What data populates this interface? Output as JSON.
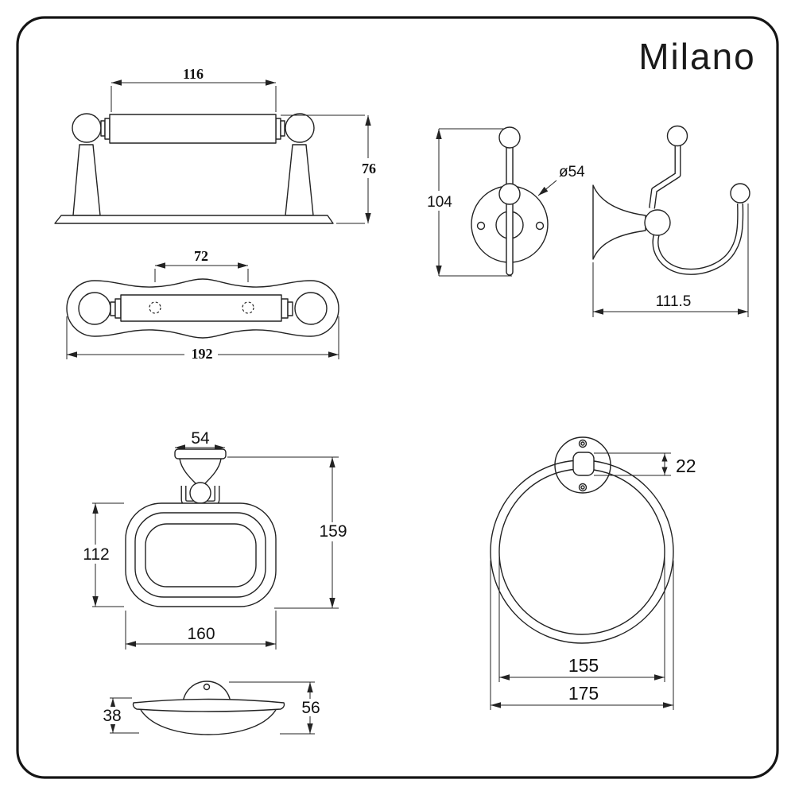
{
  "brand": "Milano",
  "figures": {
    "roll_front": {
      "dims": {
        "roller_width": "116",
        "height": "76"
      }
    },
    "roll_top": {
      "dims": {
        "hole_spacing": "72",
        "overall_width": "192"
      }
    },
    "hook_front": {
      "dims": {
        "height": "104",
        "plate_diameter": "ø54"
      }
    },
    "hook_side": {
      "dims": {
        "depth": "111.5"
      }
    },
    "soap_front": {
      "dims": {
        "bracket_width": "54",
        "dish_height": "112",
        "overall_height": "159",
        "dish_width": "160"
      }
    },
    "soap_side": {
      "dims": {
        "dish_depth": "38",
        "overall_depth": "56"
      }
    },
    "ring": {
      "dims": {
        "bracket_height": "22",
        "inner_diameter": "155",
        "outer_diameter": "175"
      }
    }
  }
}
